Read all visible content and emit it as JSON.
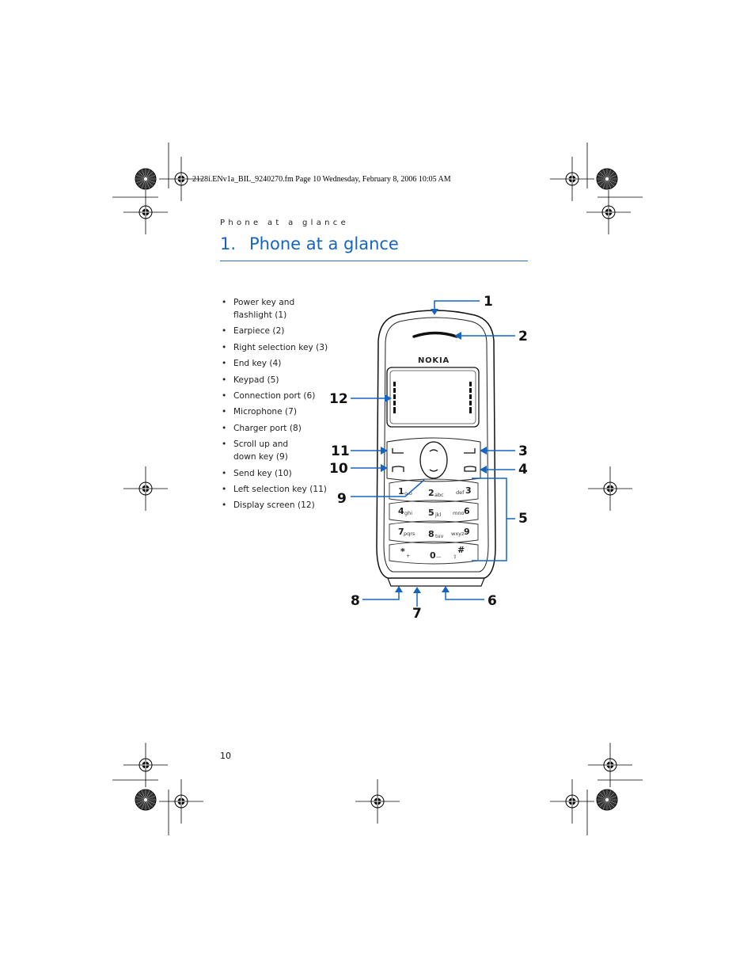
{
  "file_header": "2128i.ENv1a_BIL_9240270.fm  Page 10  Wednesday, February 8, 2006  10:05 AM",
  "running_head": "Phone at a glance",
  "chapter": {
    "number": "1.",
    "title": "Phone at a glance"
  },
  "parts": [
    {
      "line1": "Power key and",
      "line2": "flashlight (1)"
    },
    {
      "line1": "Earpiece (2)",
      "line2": ""
    },
    {
      "line1": "Right selection key (3)",
      "line2": ""
    },
    {
      "line1": "End key (4)",
      "line2": ""
    },
    {
      "line1": "Keypad (5)",
      "line2": ""
    },
    {
      "line1": "Connection port (6)",
      "line2": ""
    },
    {
      "line1": "Microphone (7)",
      "line2": ""
    },
    {
      "line1": "Charger port (8)",
      "line2": ""
    },
    {
      "line1": "Scroll up and",
      "line2": "down key (9)"
    },
    {
      "line1": "Send key (10)",
      "line2": ""
    },
    {
      "line1": "Left selection key (11)",
      "line2": ""
    },
    {
      "line1": "Display screen (12)",
      "line2": ""
    }
  ],
  "figure": {
    "brand": "NOKIA",
    "callouts": {
      "c1": "1",
      "c2": "2",
      "c3": "3",
      "c4": "4",
      "c5": "5",
      "c6": "6",
      "c7": "7",
      "c8": "8",
      "c9": "9",
      "c10": "10",
      "c11": "11",
      "c12": "12"
    },
    "keys": [
      {
        "digit": "1",
        "letters": "o.o"
      },
      {
        "digit": "2",
        "letters": "abc"
      },
      {
        "digit": "3",
        "letters": "def"
      },
      {
        "digit": "4",
        "letters": "ghi"
      },
      {
        "digit": "5",
        "letters": "jkl"
      },
      {
        "digit": "6",
        "letters": "mno"
      },
      {
        "digit": "7",
        "letters": "pqrs"
      },
      {
        "digit": "8",
        "letters": "tuv"
      },
      {
        "digit": "9",
        "letters": "wxyz"
      },
      {
        "digit": "*",
        "letters": "+"
      },
      {
        "digit": "0",
        "letters": "—"
      },
      {
        "digit": "#",
        "letters": "⇧"
      }
    ]
  },
  "page_number": "10",
  "colors": {
    "accent": "#1565c0",
    "callout_line": "#1565c0"
  }
}
